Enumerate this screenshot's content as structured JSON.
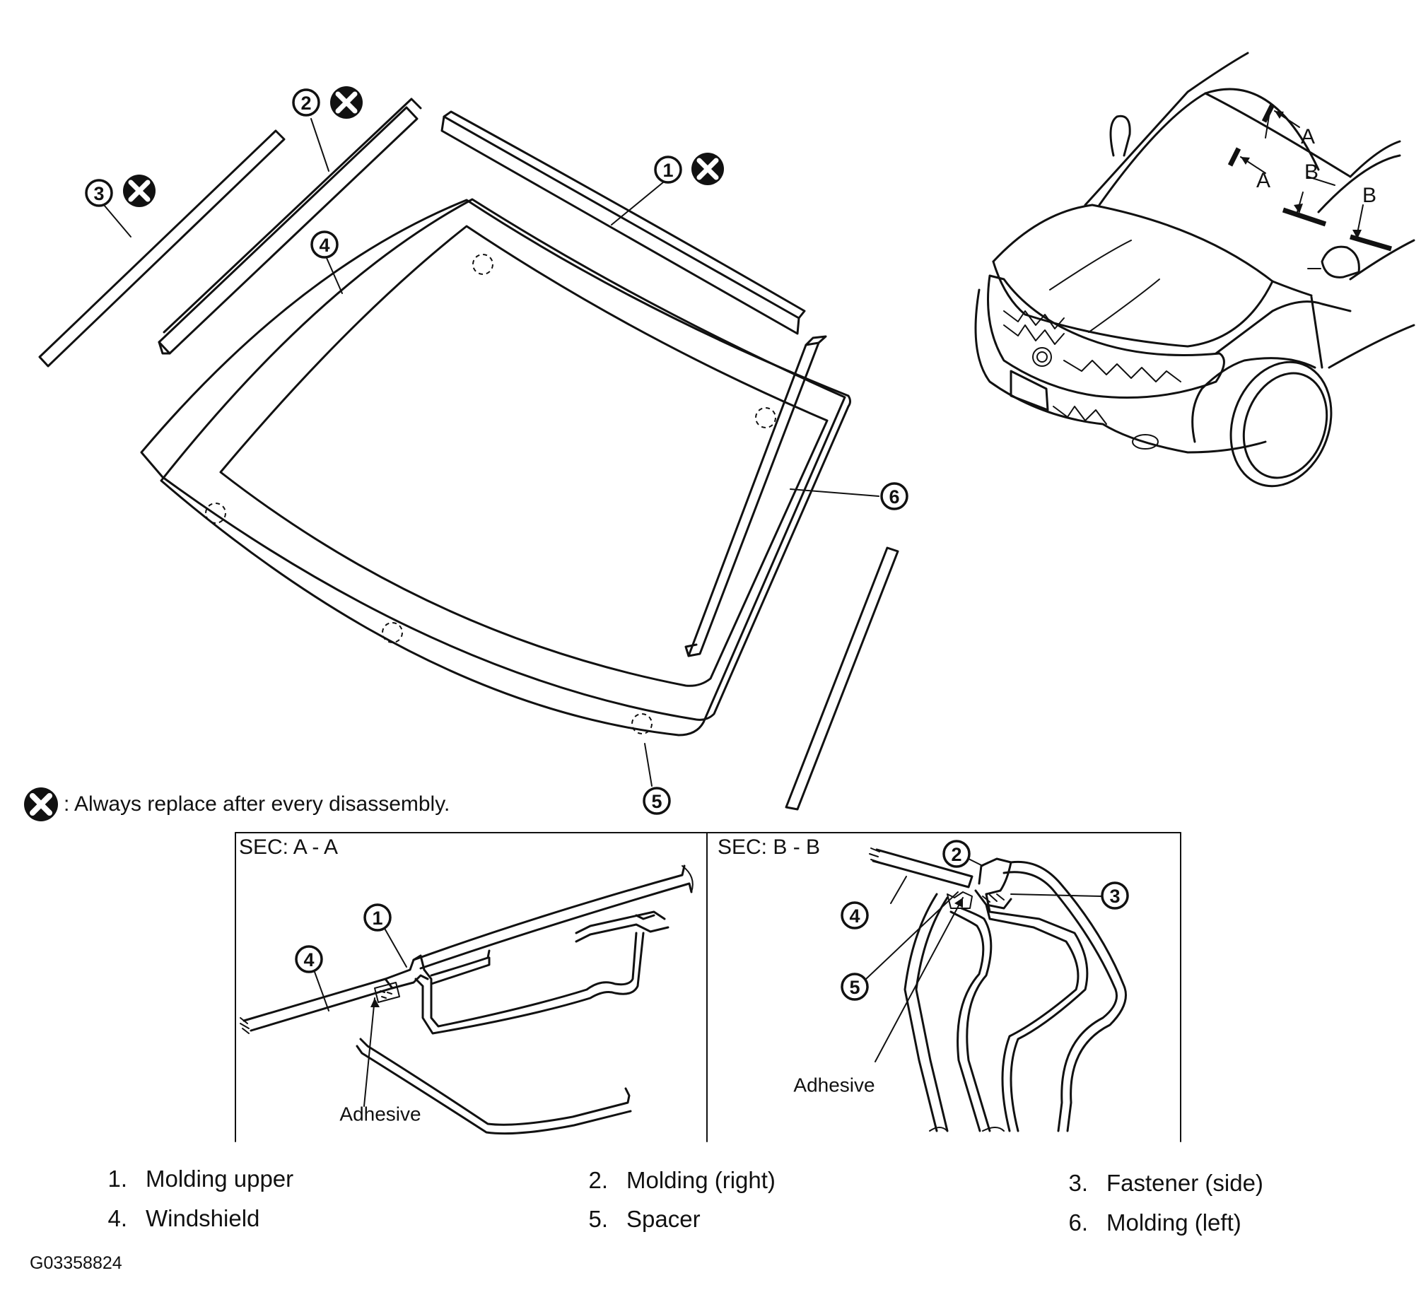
{
  "callouts": {
    "c1": "1",
    "c2": "2",
    "c3": "3",
    "c4": "4",
    "c5": "5",
    "c6": "6"
  },
  "car_view": {
    "mark_a": "A",
    "mark_b": "B"
  },
  "replace_note": ": Always replace after every disassembly.",
  "section_aa": {
    "title": "SEC: A - A",
    "adhesive_label": "Adhesive"
  },
  "section_bb": {
    "title": "SEC: B - B",
    "adhesive_label": "Adhesive"
  },
  "legend": [
    {
      "num": "1.",
      "label": "Molding upper"
    },
    {
      "num": "2.",
      "label": "Molding (right)"
    },
    {
      "num": "3.",
      "label": "Fastener (side)"
    },
    {
      "num": "4.",
      "label": "Windshield"
    },
    {
      "num": "5.",
      "label": "Spacer"
    },
    {
      "num": "6.",
      "label": "Molding (left)"
    }
  ],
  "figure_code": "G03358824"
}
